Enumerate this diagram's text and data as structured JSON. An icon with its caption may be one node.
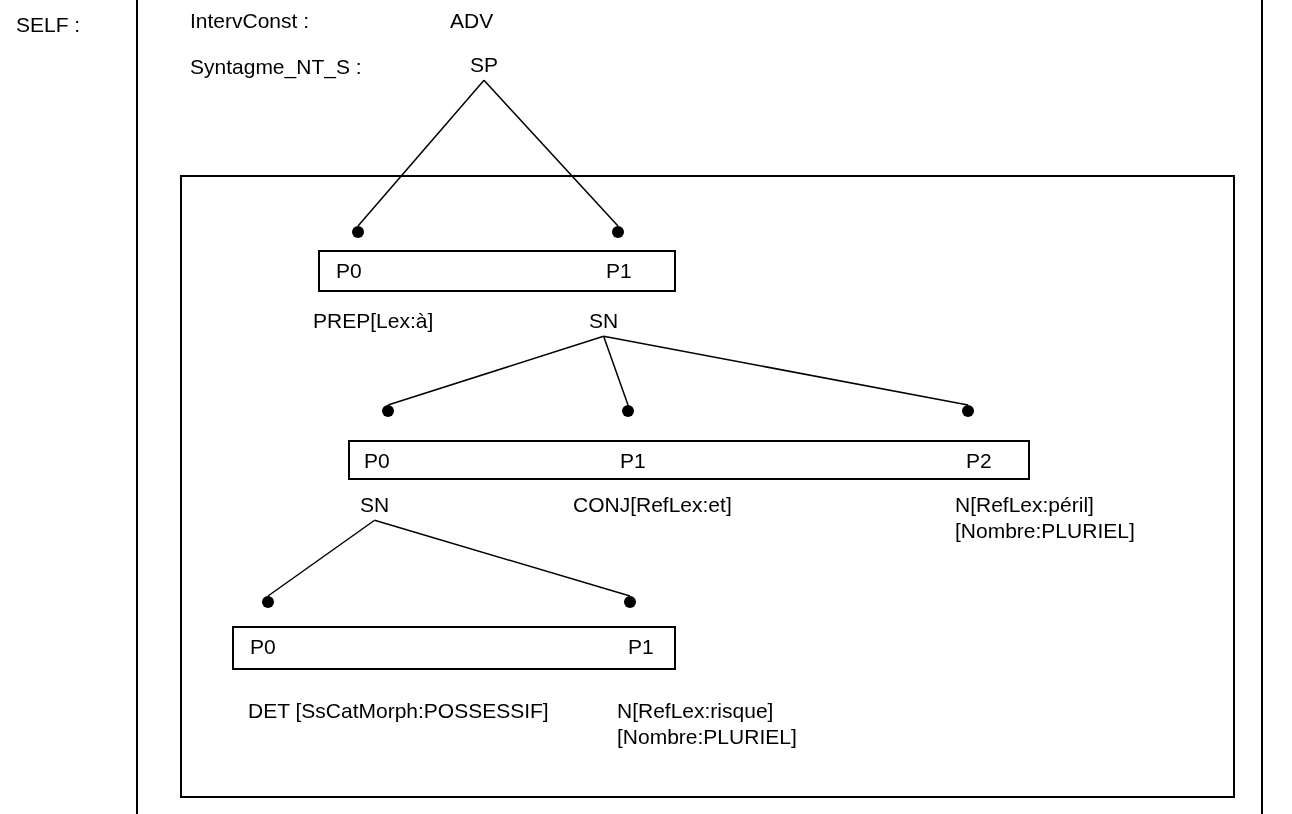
{
  "diagram": {
    "nodes": [
      {
        "text": [
          "SP"
        ]
      },
      {
        "text": [],
        "shape": "box"
      },
      {
        "text": [],
        "shape": "circle",
        "in": 1
      },
      {
        "text": [],
        "shape": "circle",
        "in": 1
      },
      {
        "text": [
          "P0",
          "P1"
        ],
        "in": 1
      },
      {
        "text": [
          "SN"
        ],
        "in": 1
      },
      {
        "text": [],
        "shape": "circle",
        "in": 1
      },
      {
        "text": [],
        "shape": "circle",
        "in": 1
      },
      {
        "text": [],
        "shape": "circle",
        "in": 1
      },
      {
        "text": [
          "P0",
          "P1",
          "P2"
        ],
        "in": 1
      },
      {
        "text": [
          "SN"
        ],
        "in": 1
      },
      {
        "text": [],
        "shape": "circle",
        "in": 1
      },
      {
        "text": [],
        "shape": "circle",
        "in": 1
      },
      {
        "text": [
          "P0",
          "P1"
        ],
        "in": 1
      }
    ],
    "edges": [
      {
        "from": 0,
        "to": 2,
        "arrow": "none"
      },
      {
        "from": 0,
        "to": 3,
        "arrow": "none"
      },
      {
        "from": 5,
        "to": 6,
        "arrow": "none"
      },
      {
        "from": 5,
        "to": 7,
        "arrow": "none"
      },
      {
        "from": 5,
        "to": 8,
        "arrow": "none"
      },
      {
        "from": 10,
        "to": 11,
        "arrow": "none"
      },
      {
        "from": 10,
        "to": 12,
        "arrow": "none"
      }
    ],
    "labels": [
      "SELF :",
      "IntervConst :",
      "ADV",
      "Syntagme_NT_S :",
      "PREP[Lex:à]",
      "CONJ[RefLex:et]",
      "N[RefLex:péril] [Nombre:PLURIEL]",
      "DET [SsCatMorph:POSSESSIF]",
      "N[RefLex:risque] [Nombre:PLURIEL]"
    ]
  }
}
